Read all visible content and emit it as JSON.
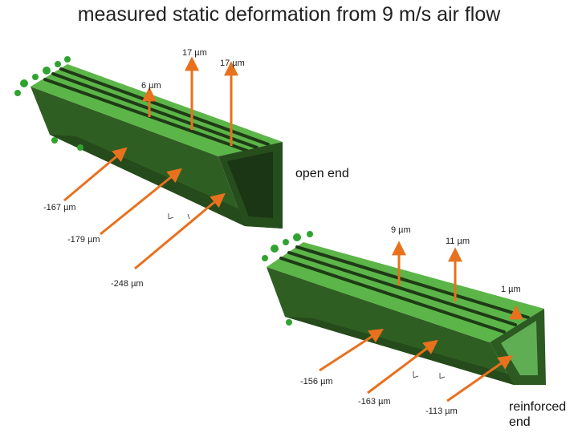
{
  "title": "measured static deformation from 9 m/s air flow",
  "colors": {
    "arrow": "#e8711e",
    "beam_top": "#5cb548",
    "beam_side": "#2f5e22",
    "beam_dark": "#203f18",
    "groove": "#1e3b16",
    "marker": "#2fa32f"
  },
  "beam1": {
    "end_label": "open end",
    "measurements": [
      {
        "id": "t1",
        "value": "17 µm"
      },
      {
        "id": "t2",
        "value": "17 µm"
      },
      {
        "id": "t3",
        "value": "6 µm"
      },
      {
        "id": "s1",
        "value": "-167 µm"
      },
      {
        "id": "s2",
        "value": "-179 µm"
      },
      {
        "id": "s3",
        "value": "-248 µm"
      }
    ]
  },
  "beam2": {
    "end_label_line1": "reinforced",
    "end_label_line2": "end",
    "measurements": [
      {
        "id": "t1",
        "value": "9 µm"
      },
      {
        "id": "t2",
        "value": "11 µm"
      },
      {
        "id": "t3",
        "value": "1 µm"
      },
      {
        "id": "s1",
        "value": "-156 µm"
      },
      {
        "id": "s2",
        "value": "-163 µm"
      },
      {
        "id": "s3",
        "value": "-113 µm"
      }
    ]
  }
}
